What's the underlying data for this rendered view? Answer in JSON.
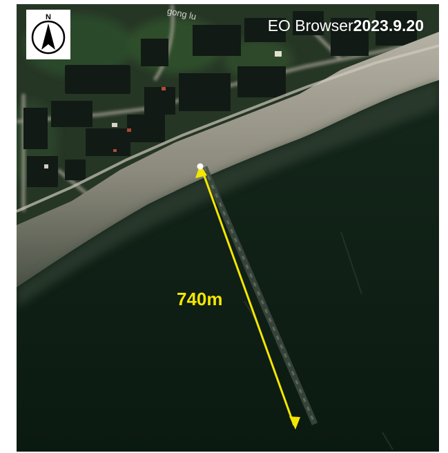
{
  "map": {
    "source": "EO Browser",
    "date": "2023.9.20",
    "road_label": "gong lu",
    "north_letter": "N",
    "measurement": {
      "label": "740m",
      "color": "#f5e600"
    }
  },
  "icons": {
    "north_arrow": "north-arrow-icon",
    "start_point": "measure-start-point-icon"
  },
  "colors": {
    "water": "#0d1e14",
    "beach": "#8e8b7c",
    "land": "#273727",
    "measure_line": "#f5e600"
  }
}
